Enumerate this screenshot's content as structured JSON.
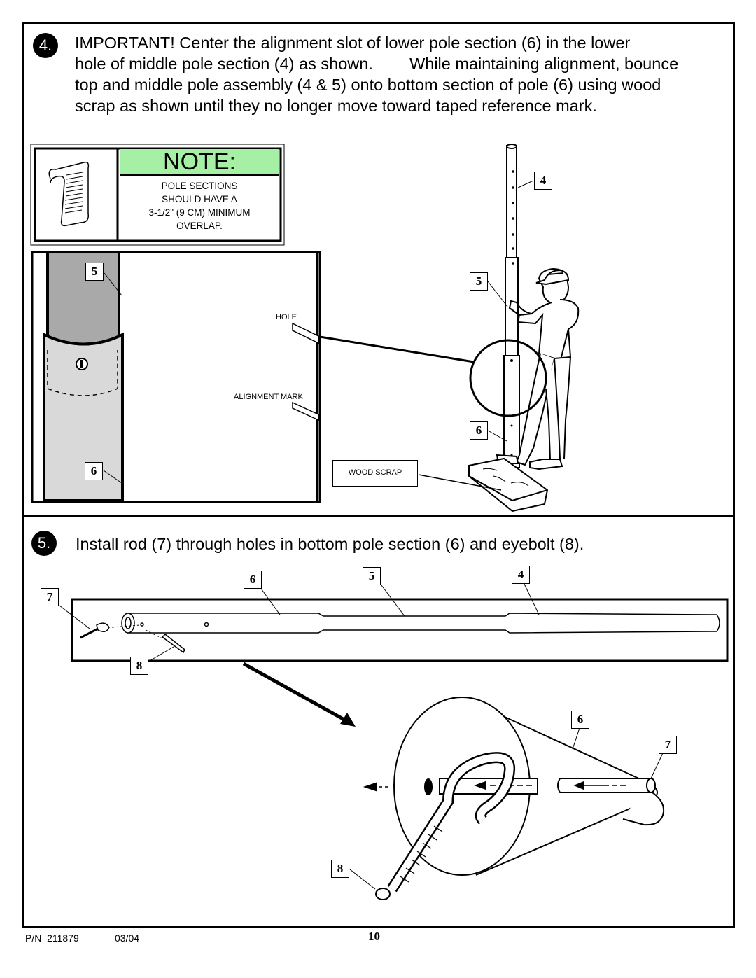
{
  "step4": {
    "number": "4.",
    "lines": [
      "IMPORTANT! Center the alignment slot of lower pole section (6) in the lower",
      "hole of middle pole section (4) as shown.        While maintaining alignment, bounce",
      "top and middle pole assembly (4 & 5) onto bottom section of pole (6) using wood",
      "scrap as shown until they no longer move toward taped reference mark."
    ]
  },
  "note": {
    "title": "NOTE:",
    "lines": [
      "POLE SECTIONS",
      "SHOULD HAVE A",
      "3-1/2\" (9 CM) MINIMUM",
      "OVERLAP."
    ]
  },
  "detail": {
    "callout_top": "5",
    "callout_bottom": "6",
    "hole_label": "HOLE",
    "alignment_label": "ALIGNMENT MARK"
  },
  "figure": {
    "callout_4": "4",
    "callout_5": "5",
    "callout_6": "6",
    "wood_scrap_label": "WOOD SCRAP"
  },
  "step5": {
    "number": "5.",
    "text": "Install rod (7) through holes in bottom pole section (6) and eyebolt (8)."
  },
  "pole_assembly": {
    "callout_7": "7",
    "callout_6": "6",
    "callout_5": "5",
    "callout_4": "4",
    "callout_8": "8"
  },
  "closeup": {
    "callout_6": "6",
    "callout_7": "7",
    "callout_8": "8"
  },
  "footer": {
    "part_number": "P/N  211879",
    "date": "03/04",
    "page": "10"
  },
  "colors": {
    "note_title_bg": "#a6f0a6",
    "upper_pole": "#a9a9a9",
    "lower_pole": "#d9d9d9"
  }
}
